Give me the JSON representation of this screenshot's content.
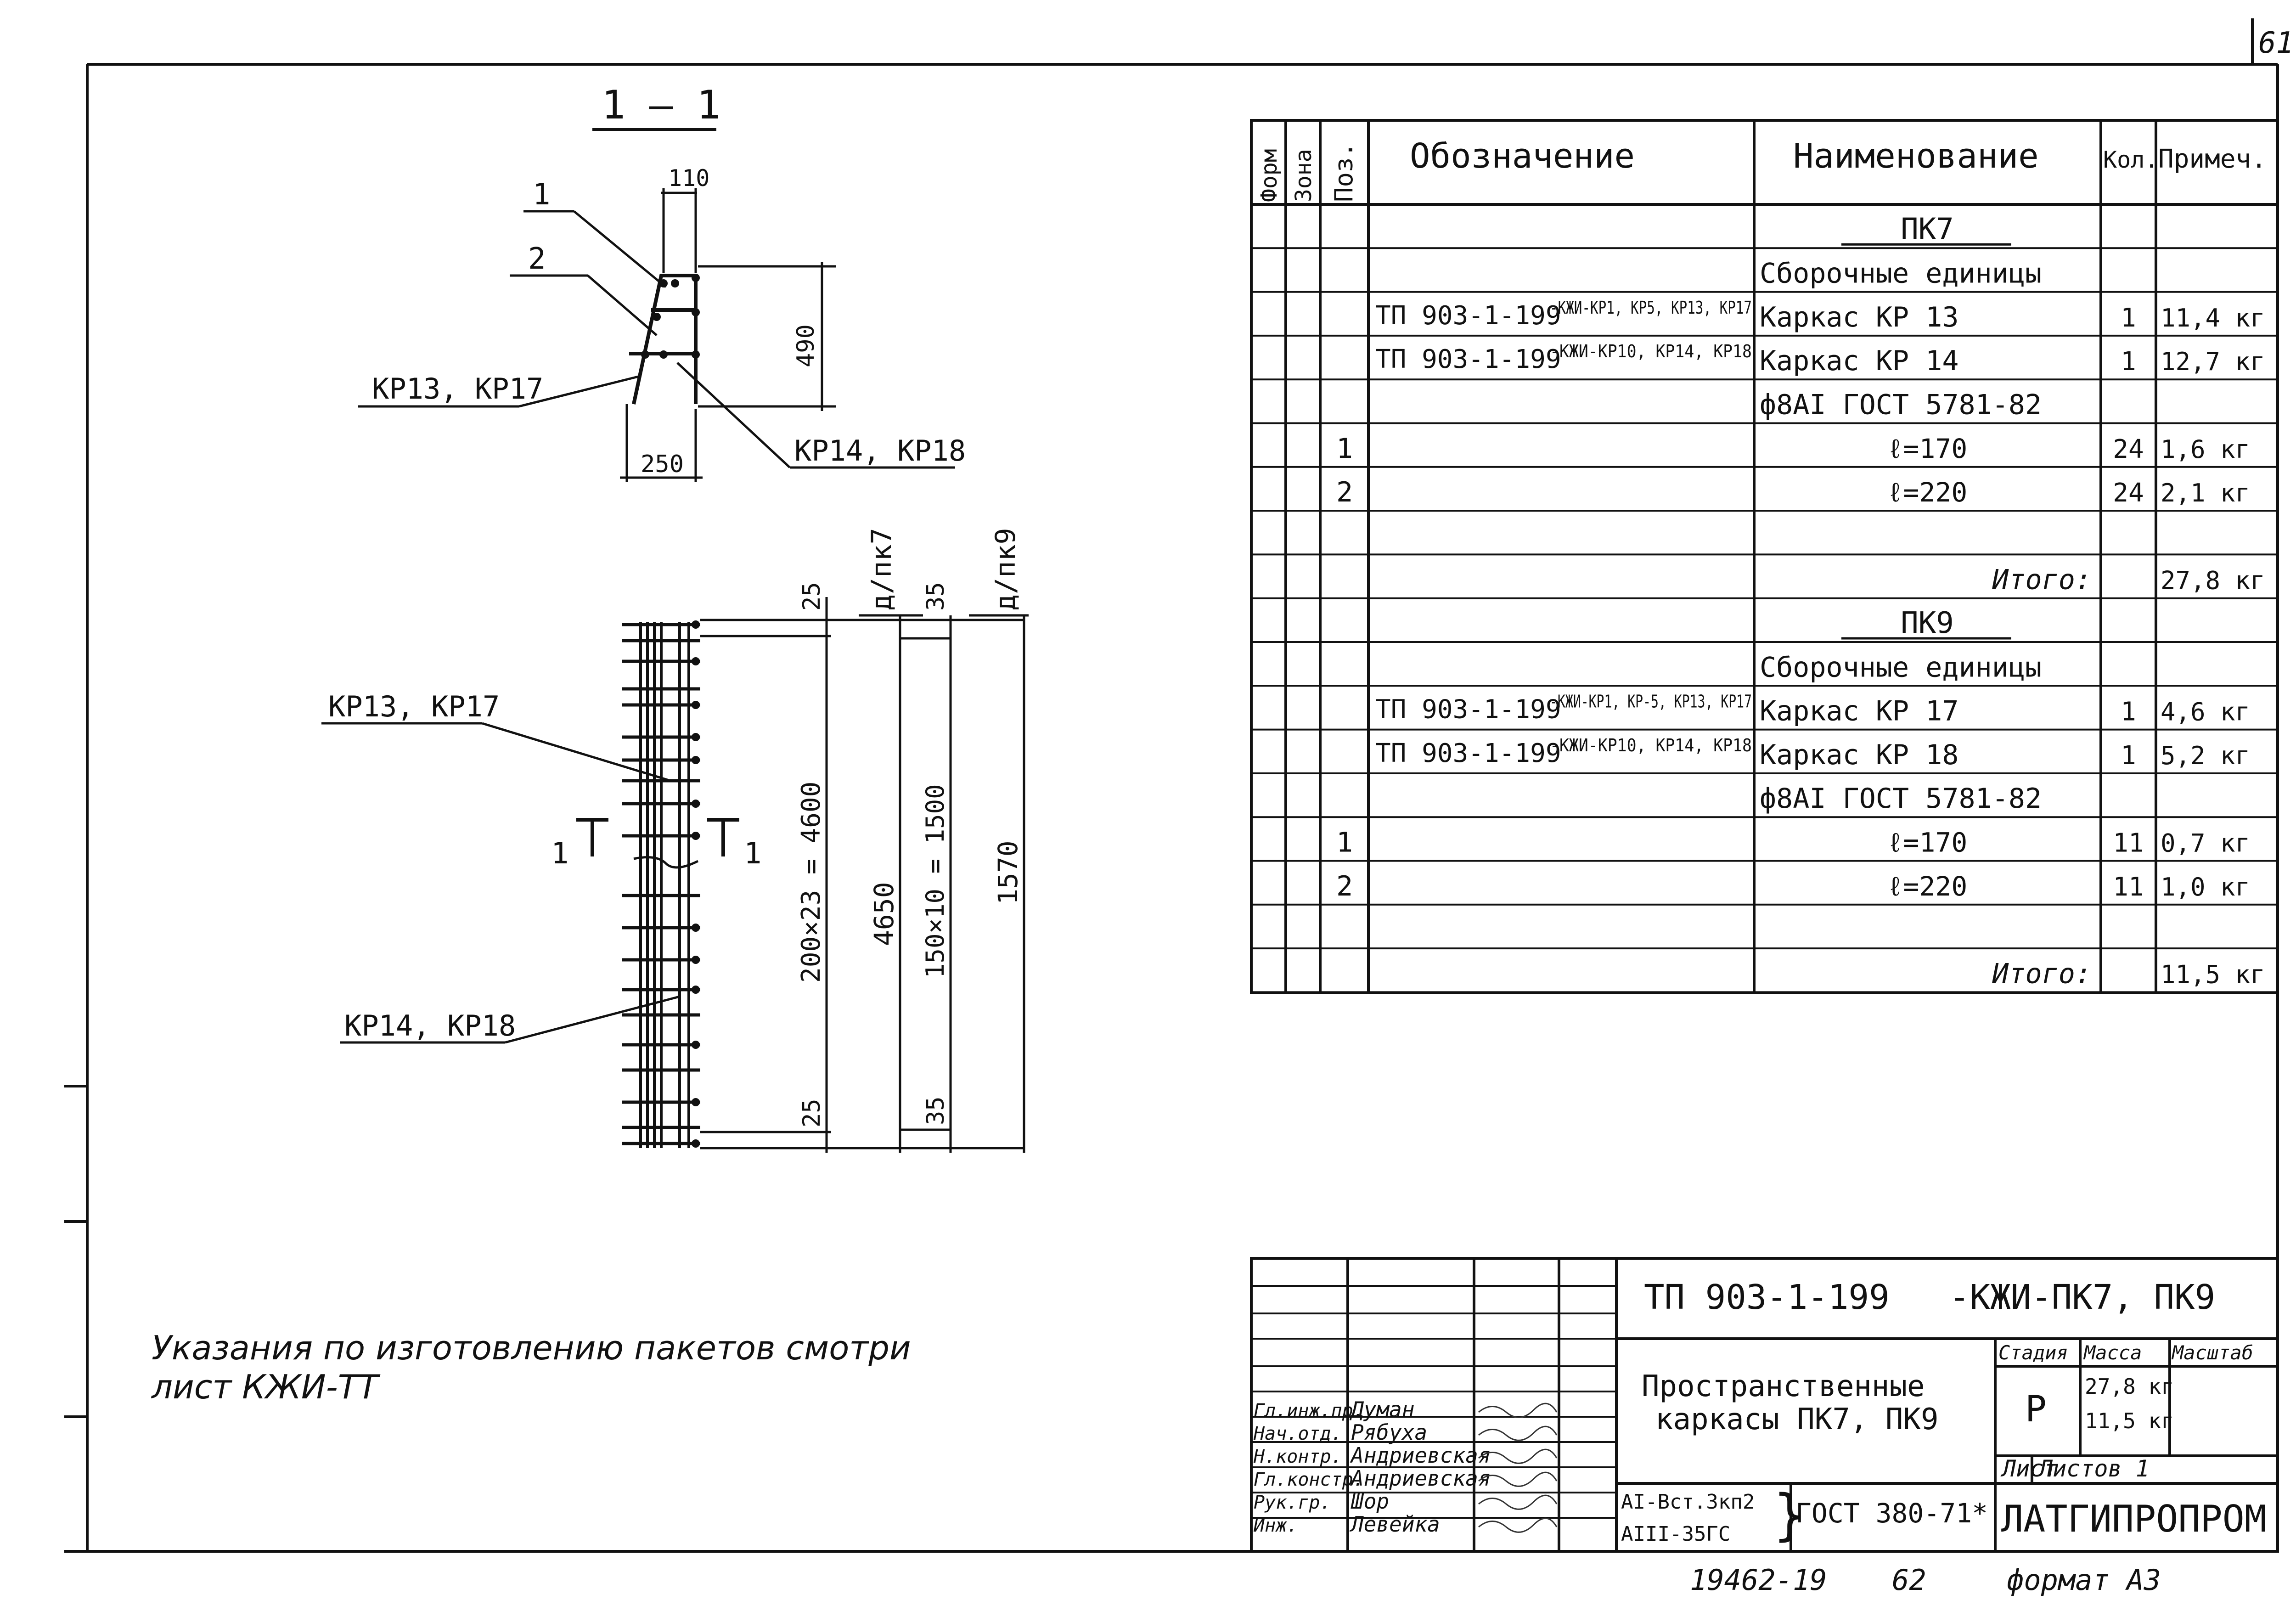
{
  "sheet": {
    "page_number": "61",
    "bottom_number": "19462-19",
    "bottom_page": "62",
    "format_label": "формат А3"
  },
  "section": {
    "title": "1 — 1",
    "dim_top": "110",
    "dim_right": "490",
    "dim_bottom": "250",
    "leader_1": "1",
    "leader_2": "2",
    "label_left": "КР13, КР17",
    "label_right": "КР14, КР18"
  },
  "elevation": {
    "label_upper": "КР13, КР17",
    "label_lower": "КР14, КР18",
    "cut_left": "1",
    "cut_right": "1",
    "dim_top_25": "25",
    "dim_bottom_25": "25",
    "dim_main": "200×23 = 4600",
    "dim_4650": "4650",
    "dim_top_35": "35",
    "dim_bottom_35": "35",
    "dim_150": "150×10 = 1500",
    "dim_1570": "1570",
    "label_pk7": "д/пк7",
    "label_pk9": "д/пк9"
  },
  "note": {
    "line1": "Указания по изготовлению пакетов смотри",
    "line2": "лист КЖИ-ТТ"
  },
  "spec": {
    "headers": {
      "format": "Форм",
      "zone": "Зона",
      "pos": "Поз.",
      "designation": "Обозначение",
      "name": "Наименование",
      "qty": "Кол.",
      "note": "Примеч."
    },
    "rows": [
      {
        "pos": "",
        "des1": "",
        "des2": "",
        "name": "ПК7",
        "qty": "",
        "note": "",
        "kind": "group"
      },
      {
        "pos": "",
        "des1": "",
        "des2": "",
        "name": "Сборочные единицы",
        "qty": "",
        "note": "",
        "kind": "text"
      },
      {
        "pos": "",
        "des1": "ТП 903-1-199",
        "des2": "-КЖИ-КР1, КР5, КР13, КР17",
        "name": "Каркас КР 13",
        "qty": "1",
        "note": "11,4 кг",
        "kind": "text"
      },
      {
        "pos": "",
        "des1": "ТП 903-1-199",
        "des2": "-КЖИ-КР10, КР14, КР18",
        "name": "Каркас КР 14",
        "qty": "1",
        "note": "12,7 кг",
        "kind": "text"
      },
      {
        "pos": "",
        "des1": "",
        "des2": "",
        "name": "ф8АI ГОСТ 5781-82",
        "qty": "",
        "note": "",
        "kind": "text"
      },
      {
        "pos": "1",
        "des1": "",
        "des2": "",
        "name": "ℓ=170",
        "qty": "24",
        "note": "1,6 кг",
        "kind": "center"
      },
      {
        "pos": "2",
        "des1": "",
        "des2": "",
        "name": "ℓ=220",
        "qty": "24",
        "note": "2,1 кг",
        "kind": "center"
      },
      {
        "pos": "",
        "des1": "",
        "des2": "",
        "name": "",
        "qty": "",
        "note": "",
        "kind": "text"
      },
      {
        "pos": "",
        "des1": "",
        "des2": "",
        "name": "Итого:",
        "qty": "",
        "note": "27,8 кг",
        "kind": "total"
      },
      {
        "pos": "",
        "des1": "",
        "des2": "",
        "name": "ПК9",
        "qty": "",
        "note": "",
        "kind": "group"
      },
      {
        "pos": "",
        "des1": "",
        "des2": "",
        "name": "Сборочные единицы",
        "qty": "",
        "note": "",
        "kind": "text"
      },
      {
        "pos": "",
        "des1": "ТП 903-1-199",
        "des2": "-КЖИ-КР1, КР-5, КР13, КР17",
        "name": "Каркас КР 17",
        "qty": "1",
        "note": "4,6 кг",
        "kind": "text"
      },
      {
        "pos": "",
        "des1": "ТП 903-1-199",
        "des2": "-КЖИ-КР10, КР14, КР18",
        "name": "Каркас КР 18",
        "qty": "1",
        "note": "5,2 кг",
        "kind": "text"
      },
      {
        "pos": "",
        "des1": "",
        "des2": "",
        "name": "ф8АI ГОСТ 5781-82",
        "qty": "",
        "note": "",
        "kind": "text"
      },
      {
        "pos": "1",
        "des1": "",
        "des2": "",
        "name": "ℓ=170",
        "qty": "11",
        "note": "0,7 кг",
        "kind": "center"
      },
      {
        "pos": "2",
        "des1": "",
        "des2": "",
        "name": "ℓ=220",
        "qty": "11",
        "note": "1,0 кг",
        "kind": "center"
      },
      {
        "pos": "",
        "des1": "",
        "des2": "",
        "name": "",
        "qty": "",
        "note": "",
        "kind": "text"
      },
      {
        "pos": "",
        "des1": "",
        "des2": "",
        "name": "Итого:",
        "qty": "",
        "note": "11,5 кг",
        "kind": "total"
      }
    ]
  },
  "title_block": {
    "doc_code": "ТП 903-1-199",
    "doc_suffix": "-КЖИ-ПК7, ПК9",
    "product_name_1": "Пространственные",
    "product_name_2": "каркасы ПК7, ПК9",
    "stage_header": "Стадия",
    "mass_header": "Масса",
    "scale_header": "Масштаб",
    "stage": "Р",
    "mass_1": "27,8 кг",
    "mass_2": "11,5 кг",
    "sheet_label": "Лист",
    "sheets_label": "Листов 1",
    "material_1": "АI-Вст.3кп2",
    "material_2": "АIII-35ГС",
    "material_std": "ГОСТ 380-71*",
    "organization": "ЛАТГИПРОПРОМ",
    "roles": [
      {
        "role": "Гл.инж.пр.",
        "person": "Думан"
      },
      {
        "role": "Нач.отд.",
        "person": "Рябуха"
      },
      {
        "role": "Н.контр.",
        "person": "Андриевская"
      },
      {
        "role": "Гл.констр.",
        "person": "Андриевская"
      },
      {
        "role": "Рук.гр.",
        "person": "Шор"
      },
      {
        "role": "Инж.",
        "person": "Левейка"
      }
    ]
  }
}
